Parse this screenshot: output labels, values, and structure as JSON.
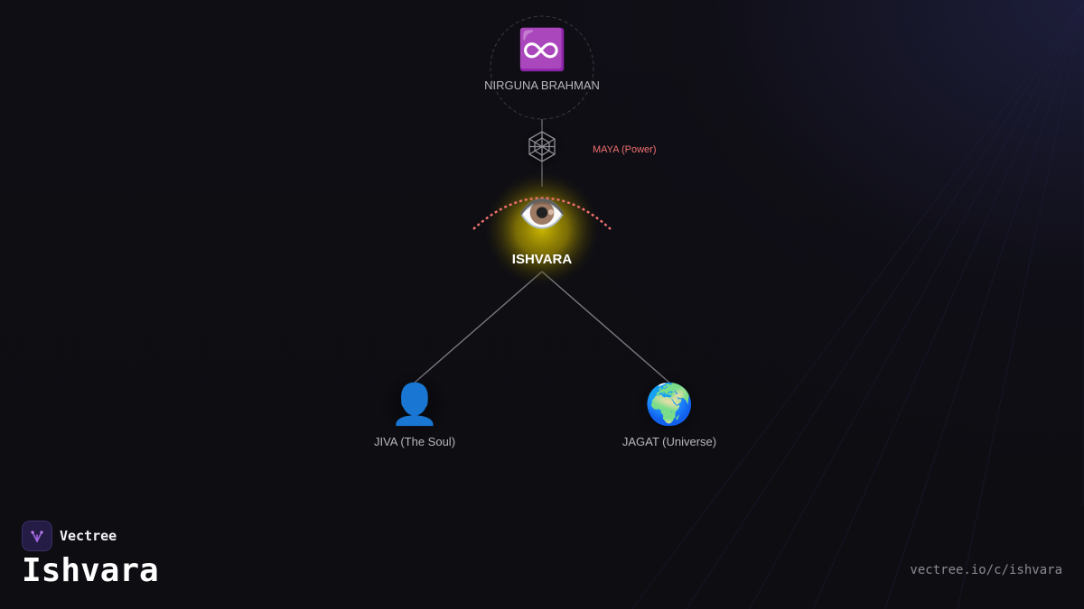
{
  "colors": {
    "background": "#0f0e14",
    "connector": "#7a7a80",
    "maya_accent": "#f07070",
    "glow": "#c8b400",
    "brand_purple": "#9b59d6"
  },
  "diagram": {
    "nodes": [
      {
        "id": "nirguna",
        "icon": "infinity-icon",
        "glyph": "♾️",
        "label": "NIRGUNA BRAHMAN"
      },
      {
        "id": "maya",
        "icon": "web-icon",
        "glyph": "🕸",
        "label": "MAYA (Power)"
      },
      {
        "id": "ishvara",
        "icon": "eye-icon",
        "glyph": "👁️",
        "label": "ISHVARA"
      },
      {
        "id": "jiva",
        "icon": "person-icon",
        "glyph": "👤",
        "label": "JIVA (The Soul)"
      },
      {
        "id": "jagat",
        "icon": "globe-icon",
        "glyph": "🌍",
        "label": "JAGAT (Universe)"
      }
    ],
    "edges": [
      {
        "from": "nirguna",
        "to": "ishvara"
      },
      {
        "from": "ishvara",
        "to": "jiva"
      },
      {
        "from": "ishvara",
        "to": "jagat"
      }
    ]
  },
  "footer": {
    "brand_name": "Vectree",
    "brand_icon": "vectree-logo-icon",
    "title": "Ishvara",
    "url": "vectree.io/c/ishvara"
  }
}
